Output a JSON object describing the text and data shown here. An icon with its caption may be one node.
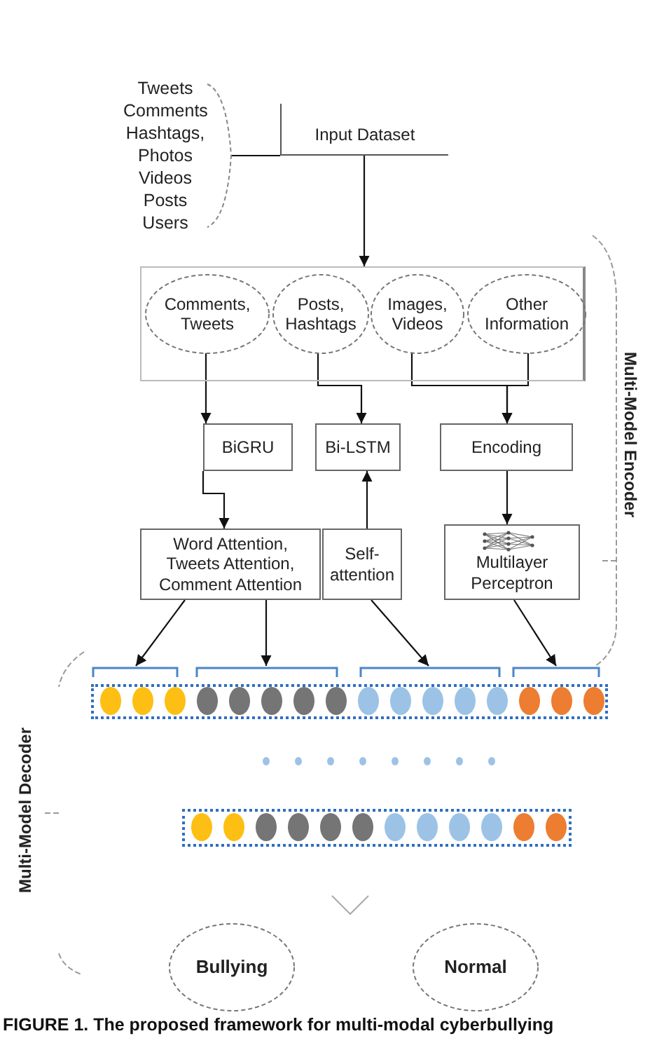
{
  "diagram": {
    "caption": "FIGURE 1. The proposed framework for multi-modal cyberbullying",
    "nodes": [
      {
        "text": [
          "Tweets Comments Hashtags, Photos Videos Posts Users"
        ]
      },
      {
        "text": [
          "Input Dataset"
        ]
      },
      {
        "text": [],
        "shape": "box"
      },
      {
        "text": [
          "Comments, Tweets"
        ],
        "in": 2
      },
      {
        "text": [
          "Posts, Hashtags"
        ],
        "in": 2
      },
      {
        "text": [
          "Images, Videos"
        ],
        "in": 2
      },
      {
        "text": [
          "Other Information"
        ],
        "in": 2
      },
      {
        "text": [
          "BiGRU"
        ]
      },
      {
        "text": [
          "Bi-LSTM"
        ]
      },
      {
        "text": [
          "Encoding"
        ]
      },
      {
        "text": [
          "Word Attention, Tweets Attention, Comment Attention"
        ]
      },
      {
        "text": [
          "Self-attention"
        ]
      },
      {
        "text": [
          "Multilayer Perceptron"
        ]
      },
      {
        "text": [],
        "shape": "bracket"
      },
      {
        "text": [],
        "shape": "bracket"
      },
      {
        "text": [],
        "shape": "bracket"
      },
      {
        "text": [],
        "shape": "bracket"
      },
      {
        "text": [],
        "shape": "box"
      },
      {
        "text": [],
        "shape": "box"
      },
      {
        "text": [
          "Bullying"
        ]
      },
      {
        "text": [
          "Normal"
        ]
      }
    ],
    "edges": [
      {
        "from": 0,
        "to": 1,
        "arrow": "none"
      },
      {
        "from": 1,
        "to": 2,
        "arrow": "to"
      },
      {
        "from": 3,
        "to": 7,
        "arrow": "to"
      },
      {
        "from": 4,
        "to": 8,
        "arrow": "to"
      },
      {
        "from": 5,
        "to": 9,
        "arrow": "to"
      },
      {
        "from": 6,
        "to": 9,
        "arrow": "to"
      },
      {
        "from": 7,
        "to": 10,
        "arrow": "to"
      },
      {
        "from": 11,
        "to": 8,
        "arrow": "to"
      },
      {
        "from": 9,
        "to": 12,
        "arrow": "to"
      },
      {
        "from": 10,
        "to": 13,
        "arrow": "to"
      },
      {
        "from": 10,
        "to": 14,
        "arrow": "to"
      },
      {
        "from": 11,
        "to": 15,
        "arrow": "to"
      },
      {
        "from": 12,
        "to": 16,
        "arrow": "to"
      }
    ],
    "labels": [
      "Multi-Model Encoder",
      "Multi-Model Decoder"
    ]
  }
}
